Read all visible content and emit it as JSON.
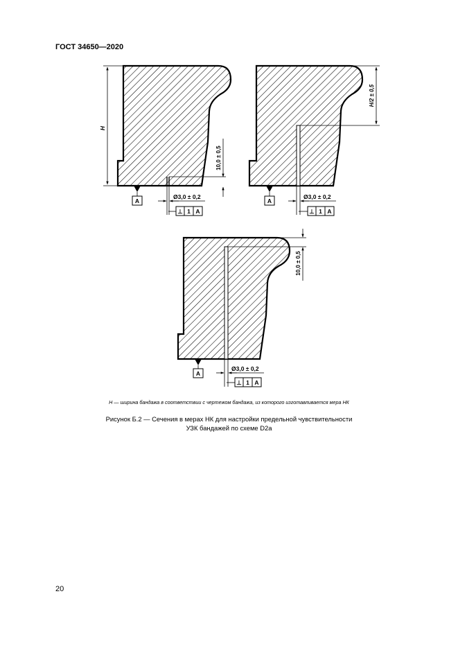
{
  "header": {
    "title": "ГОСТ 34650—2020"
  },
  "figure": {
    "dims": {
      "H": "H",
      "H2": "H/2 ± 0,5",
      "ten": "10,0 ± 0,5",
      "dia": "Ø3,0 ± 0,2",
      "datum": "A",
      "tol_sym": "⊥",
      "tol_val": "1",
      "tol_ref": "A"
    }
  },
  "note": "H — ширина бандажа в соответствии с чертежом бандажа, из которого изготавливается мера НК",
  "caption": {
    "line1": "Рисунок Б.2 — Сечения в мерах НК для настройки предельной чувствительности",
    "line2": "УЗК бандажей по схеме D2a"
  },
  "page_number": "20"
}
